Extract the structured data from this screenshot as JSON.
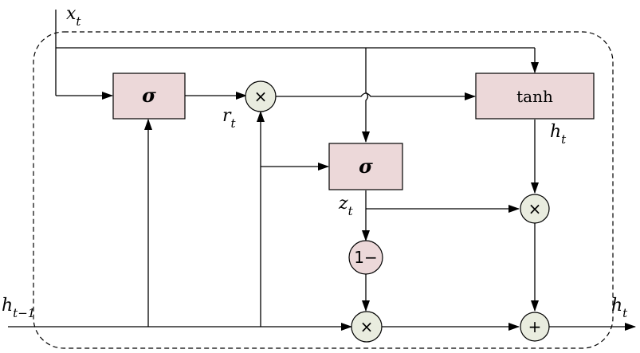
{
  "nodes": {
    "reset_gate": "σ",
    "update_gate": "σ",
    "candidate": "tanh",
    "mult_reset": "×",
    "mult_update": "×",
    "mult_prev": "×",
    "one_minus": "1−",
    "add": "+"
  },
  "labels": {
    "x_t": {
      "base": "x",
      "sub": "t"
    },
    "r_t": {
      "base": "r",
      "sub": "t"
    },
    "h_tilde": {
      "base": "h",
      "sub": "t"
    },
    "z_t": {
      "base": "z",
      "sub": "t"
    },
    "h_prev": {
      "base": "h",
      "sub": "t−1"
    },
    "h_out": {
      "base": "h",
      "sub": "t"
    }
  }
}
